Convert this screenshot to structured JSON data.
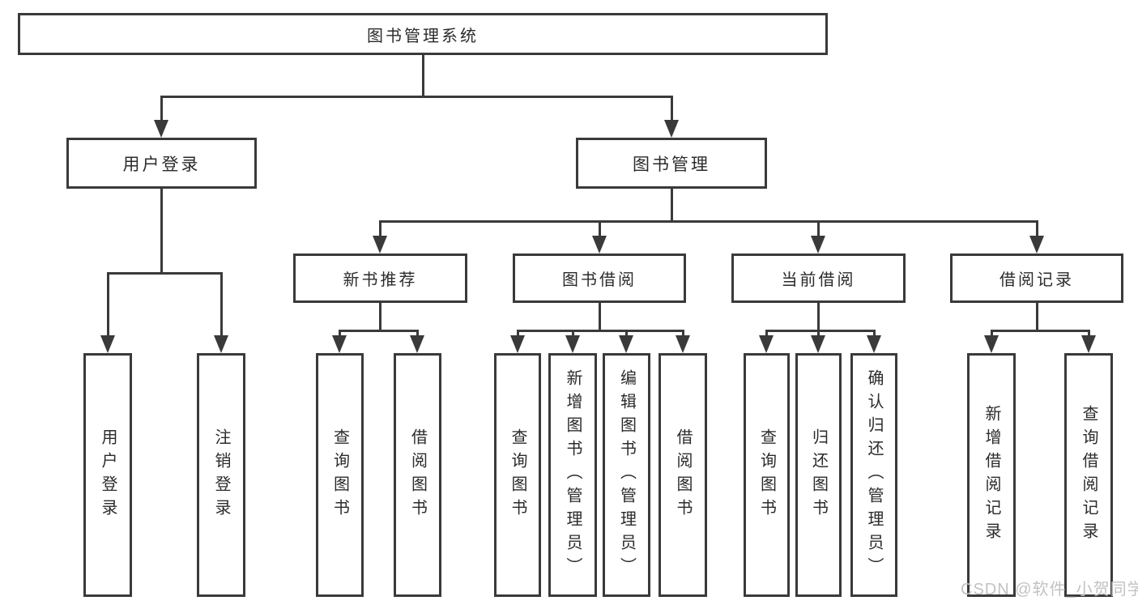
{
  "tree": {
    "root": {
      "label": "图书管理系统"
    },
    "children": [
      {
        "label": "用户登录",
        "children": [
          {
            "label": "用户登录"
          },
          {
            "label": "注销登录"
          }
        ]
      },
      {
        "label": "图书管理",
        "children": [
          {
            "label": "新书推荐",
            "children": [
              {
                "label": "查询图书"
              },
              {
                "label": "借阅图书"
              }
            ]
          },
          {
            "label": "图书借阅",
            "children": [
              {
                "label": "查询图书"
              },
              {
                "label": "新增图书（管理员）"
              },
              {
                "label": "编辑图书（管理员）"
              },
              {
                "label": "借阅图书"
              }
            ]
          },
          {
            "label": "当前借阅",
            "children": [
              {
                "label": "查询图书"
              },
              {
                "label": "归还图书"
              },
              {
                "label": "确认归还（管理员）"
              }
            ]
          },
          {
            "label": "借阅记录",
            "children": [
              {
                "label": "新增借阅记录"
              },
              {
                "label": "查询借阅记录"
              }
            ]
          }
        ]
      }
    ]
  },
  "watermark": {
    "text": "CSDN @软件_小贺同学"
  },
  "colors": {
    "line": "#3a3a3a",
    "box_background": "#ffffff",
    "text": "#2b2b2b",
    "watermark": "#c2c2c2"
  }
}
